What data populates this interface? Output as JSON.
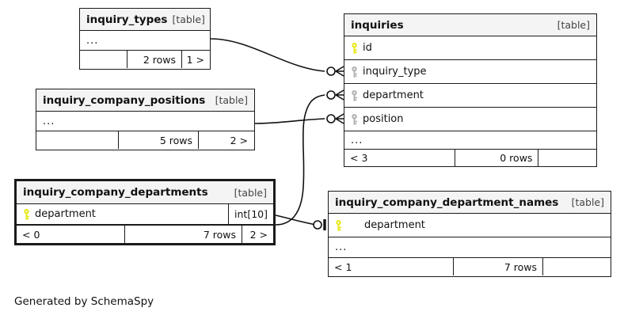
{
  "diagram": {
    "tool": "SchemaSpy",
    "credit": "Generated by SchemaSpy",
    "table_tag": "[table]",
    "ellipsis": "...",
    "colors": {
      "primary_key": "#e8e81c",
      "foreign_key": "#b3b3b3",
      "border": "#1a1a1a",
      "header_bg": "#f4f4f4",
      "background": "#ffffff"
    }
  },
  "tables": [
    {
      "id": "inquiry_types",
      "name": "inquiry_types",
      "tag": "[table]",
      "focus": false,
      "columns": [],
      "has_ellipsis": true,
      "ellipsis": "...",
      "footer": {
        "left": "",
        "rows": "2 rows",
        "right": "1 >"
      }
    },
    {
      "id": "inquiry_company_positions",
      "name": "inquiry_company_positions",
      "tag": "[table]",
      "focus": false,
      "columns": [],
      "has_ellipsis": true,
      "ellipsis": "...",
      "footer": {
        "left": "",
        "rows": "5 rows",
        "right": "2 >"
      }
    },
    {
      "id": "inquiry_company_departments",
      "name": "inquiry_company_departments",
      "tag": "[table]",
      "focus": true,
      "columns": [
        {
          "name": "department",
          "key": "primary",
          "type": "int[10]"
        }
      ],
      "has_ellipsis": false,
      "ellipsis": "",
      "footer": {
        "left": "< 0",
        "rows": "7 rows",
        "right": "2 >"
      }
    },
    {
      "id": "inquiries",
      "name": "inquiries",
      "tag": "[table]",
      "focus": false,
      "columns": [
        {
          "name": "id",
          "key": "primary",
          "type": ""
        },
        {
          "name": "inquiry_type",
          "key": "foreign",
          "type": ""
        },
        {
          "name": "department",
          "key": "foreign",
          "type": ""
        },
        {
          "name": "position",
          "key": "foreign",
          "type": ""
        }
      ],
      "has_ellipsis": true,
      "ellipsis": "...",
      "footer": {
        "left": "< 3",
        "rows": "0 rows",
        "right": ""
      }
    },
    {
      "id": "inquiry_company_department_names",
      "name": "inquiry_company_department_names",
      "tag": "[table]",
      "focus": false,
      "columns": [
        {
          "name": "department",
          "key": "primary",
          "type": ""
        }
      ],
      "has_ellipsis": true,
      "ellipsis": "...",
      "footer": {
        "left": "< 1",
        "rows": "7 rows",
        "right": ""
      }
    }
  ],
  "relationships": [
    {
      "from": "inquiry_types",
      "to": "inquiries.inquiry_type",
      "from_cardinality": "one",
      "to_cardinality": "zero-or-many"
    },
    {
      "from": "inquiry_company_departments",
      "to": "inquiries.department",
      "from_cardinality": "one",
      "to_cardinality": "zero-or-many"
    },
    {
      "from": "inquiry_company_positions",
      "to": "inquiries.position",
      "from_cardinality": "one",
      "to_cardinality": "zero-or-many"
    },
    {
      "from": "inquiry_company_departments",
      "to": "inquiry_company_department_names.department",
      "from_cardinality": "one",
      "to_cardinality": "zero-or-one"
    }
  ]
}
